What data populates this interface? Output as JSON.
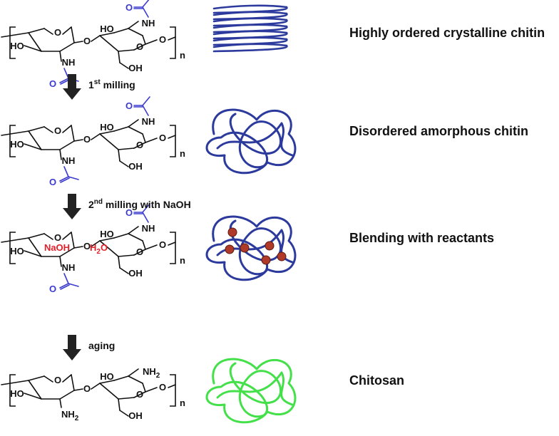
{
  "stages": [
    {
      "label": "Highly ordered crystalline chitin",
      "fiber": "crystalline",
      "substituent": "acetamide"
    },
    {
      "label": "Disordered amorphous chitin",
      "fiber": "amorphous",
      "substituent": "acetamide"
    },
    {
      "label": "Blending with reactants",
      "fiber": "blended",
      "substituent": "acetamide"
    },
    {
      "label": "Chitosan",
      "fiber": "chitosan",
      "substituent": "amine"
    }
  ],
  "steps": [
    {
      "text": "1",
      "sup": "st",
      "rest": " milling"
    },
    {
      "text": "2",
      "sup": "nd",
      "rest": " milling with NaOH"
    },
    {
      "text": "aging",
      "sup": "",
      "rest": ""
    }
  ],
  "reagents": {
    "naoh": "NaOH",
    "water": "H",
    "water_sub": "2",
    "water_end": "O"
  },
  "atoms": {
    "ho": "HO",
    "oh": "OH",
    "ring_o": "O",
    "bridge_o": "O",
    "nh": "NH",
    "carbonyl_o": "O",
    "n": "n",
    "nh2": "NH",
    "nh2_sub": "2"
  },
  "colors": {
    "chitin_fiber": "#2b3a9c",
    "chitosan_fiber": "#44e04a",
    "acetyl": "#3b3bd0",
    "reagent": "#e0202a",
    "reactant_dot": "#b03a2a",
    "text": "#111111",
    "arrow": "#222222"
  }
}
